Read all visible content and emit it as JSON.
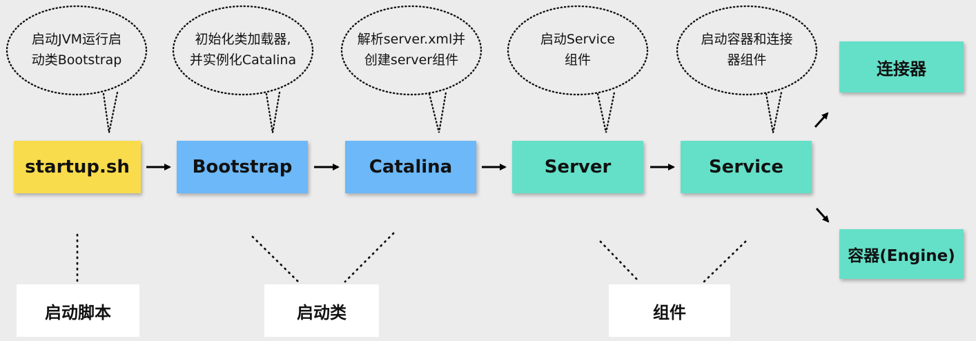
{
  "bubbles": [
    {
      "line1": "启动JVM运行启",
      "line2": "动类Bootstrap"
    },
    {
      "line1": "初始化类加载器,",
      "line2": "并实例化Catalina"
    },
    {
      "line1": "解析server.xml并",
      "line2": "创建server组件"
    },
    {
      "line1": "启动Service",
      "line2": "组件"
    },
    {
      "line1": "启动容器和连接",
      "line2": "器组件"
    }
  ],
  "nodes": {
    "startup": "startup.sh",
    "bootstrap": "Bootstrap",
    "catalina": "Catalina",
    "server": "Server",
    "service": "Service",
    "connector": "连接器",
    "engine": "容器(Engine)"
  },
  "labels": {
    "script": "启动脚本",
    "startup_class": "启动类",
    "component": "组件"
  },
  "colors": {
    "startup": "#f8dc4c",
    "bootstrap": "#6cb8f8",
    "catalina": "#6cb8f8",
    "component": "#64e0c8",
    "background": "#ececec"
  }
}
